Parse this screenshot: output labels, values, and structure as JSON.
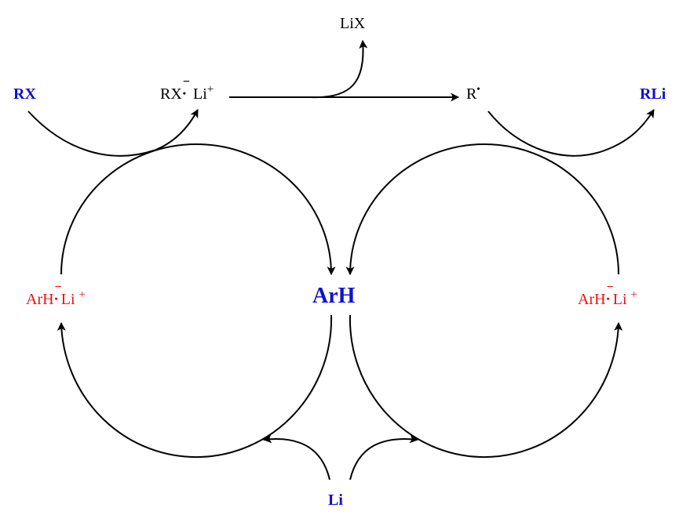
{
  "species": {
    "rx": "RX",
    "rx_radical_anion": "RX",
    "li_cation": "Li",
    "lix": "LiX",
    "r_radical": "R",
    "rli": "RLi",
    "arh": "ArH",
    "arh_radical_anion": "ArH",
    "li_metal": "Li"
  },
  "marks": {
    "minus": "−",
    "plus": "+",
    "radical_dot": "•"
  },
  "colors": {
    "reagent_blue": "#1010d0",
    "intermediate_red": "#ee1111",
    "arrow_black": "#000000"
  }
}
